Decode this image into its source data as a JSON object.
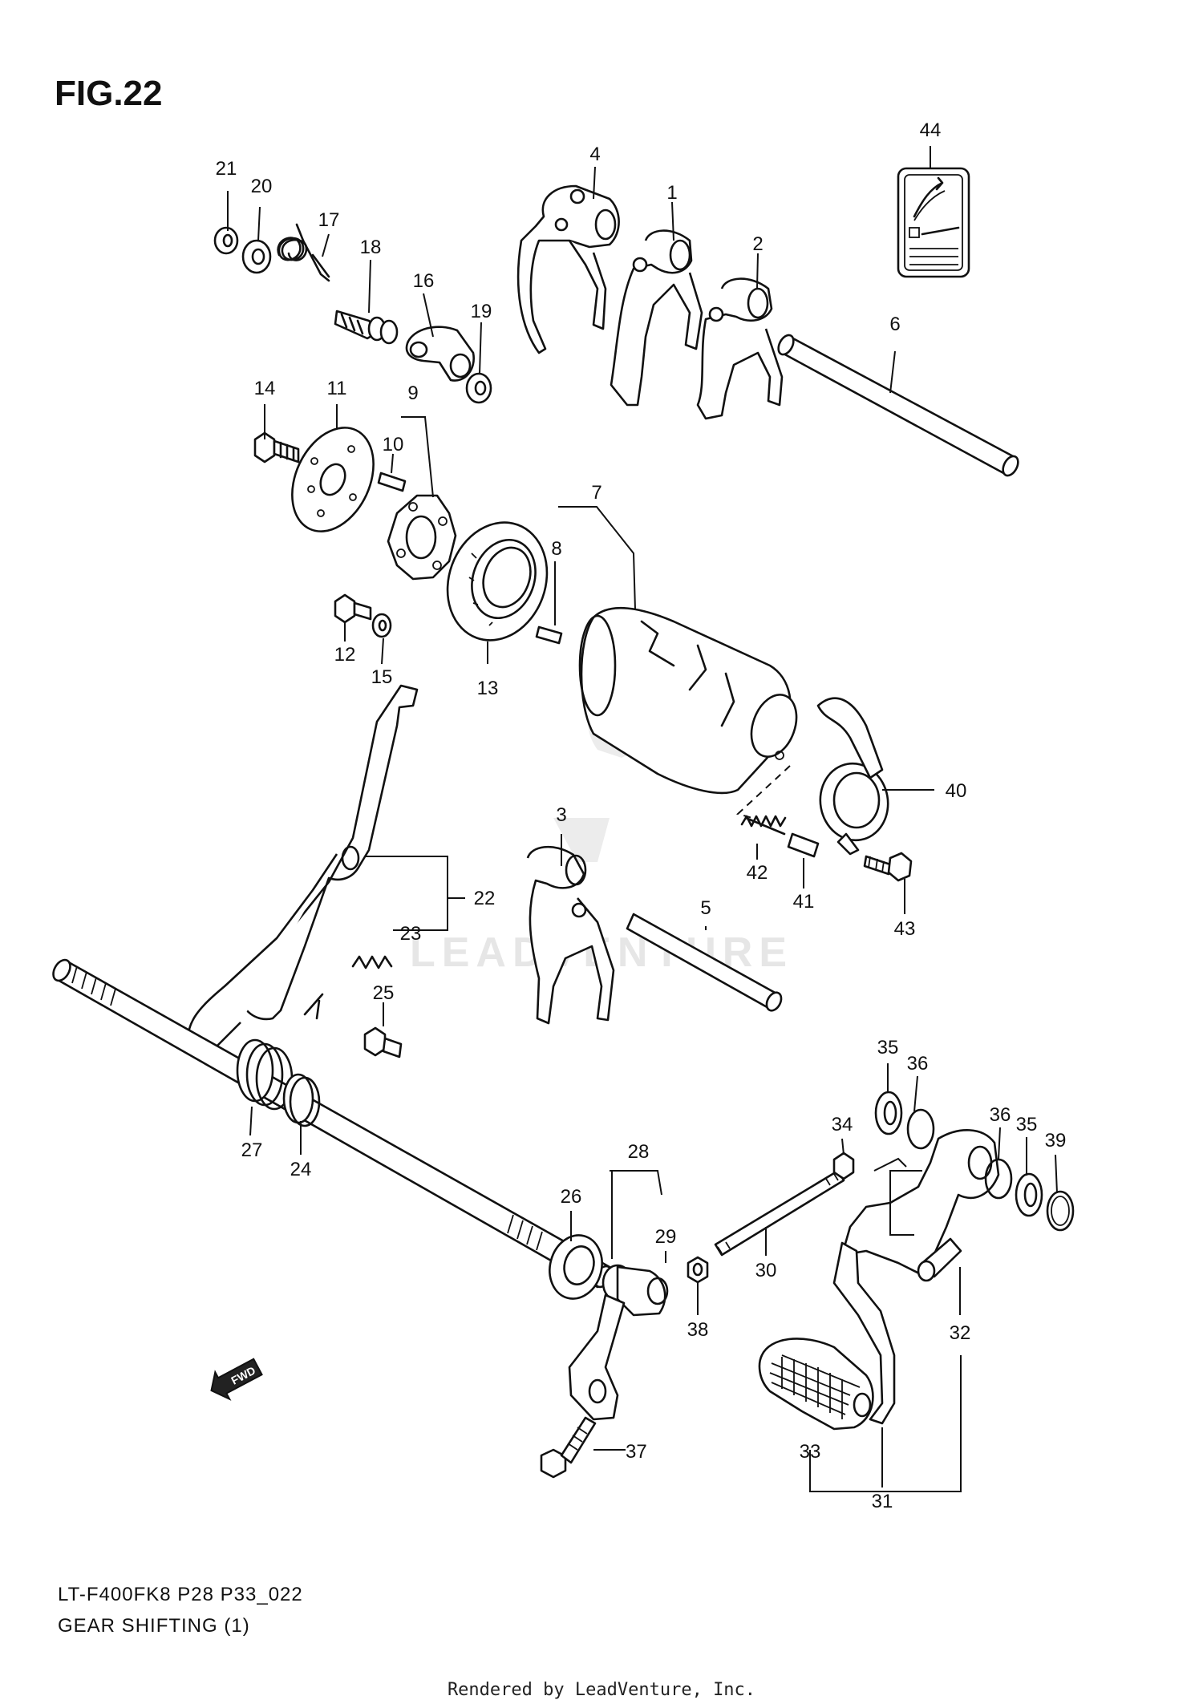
{
  "figure": {
    "title": "FIG.22",
    "model_code": "LT-F400FK8 P28 P33_022",
    "section_title": "GEAR SHIFTING (1)",
    "render_credit": "Rendered by LeadVenture, Inc.",
    "watermark": "LEADVENTURE",
    "fwd_label": "FWD"
  },
  "callouts": [
    "1",
    "2",
    "3",
    "4",
    "5",
    "6",
    "7",
    "8",
    "9",
    "10",
    "11",
    "12",
    "13",
    "14",
    "15",
    "16",
    "17",
    "18",
    "19",
    "20",
    "21",
    "22",
    "23",
    "24",
    "25",
    "26",
    "27",
    "28",
    "29",
    "30",
    "31",
    "32",
    "33",
    "34",
    "35",
    "36",
    "37",
    "38",
    "39",
    "40",
    "41",
    "42",
    "43",
    "44"
  ],
  "colors": {
    "line": "#111111",
    "background": "#ffffff",
    "watermark": "#e6e6e6"
  }
}
